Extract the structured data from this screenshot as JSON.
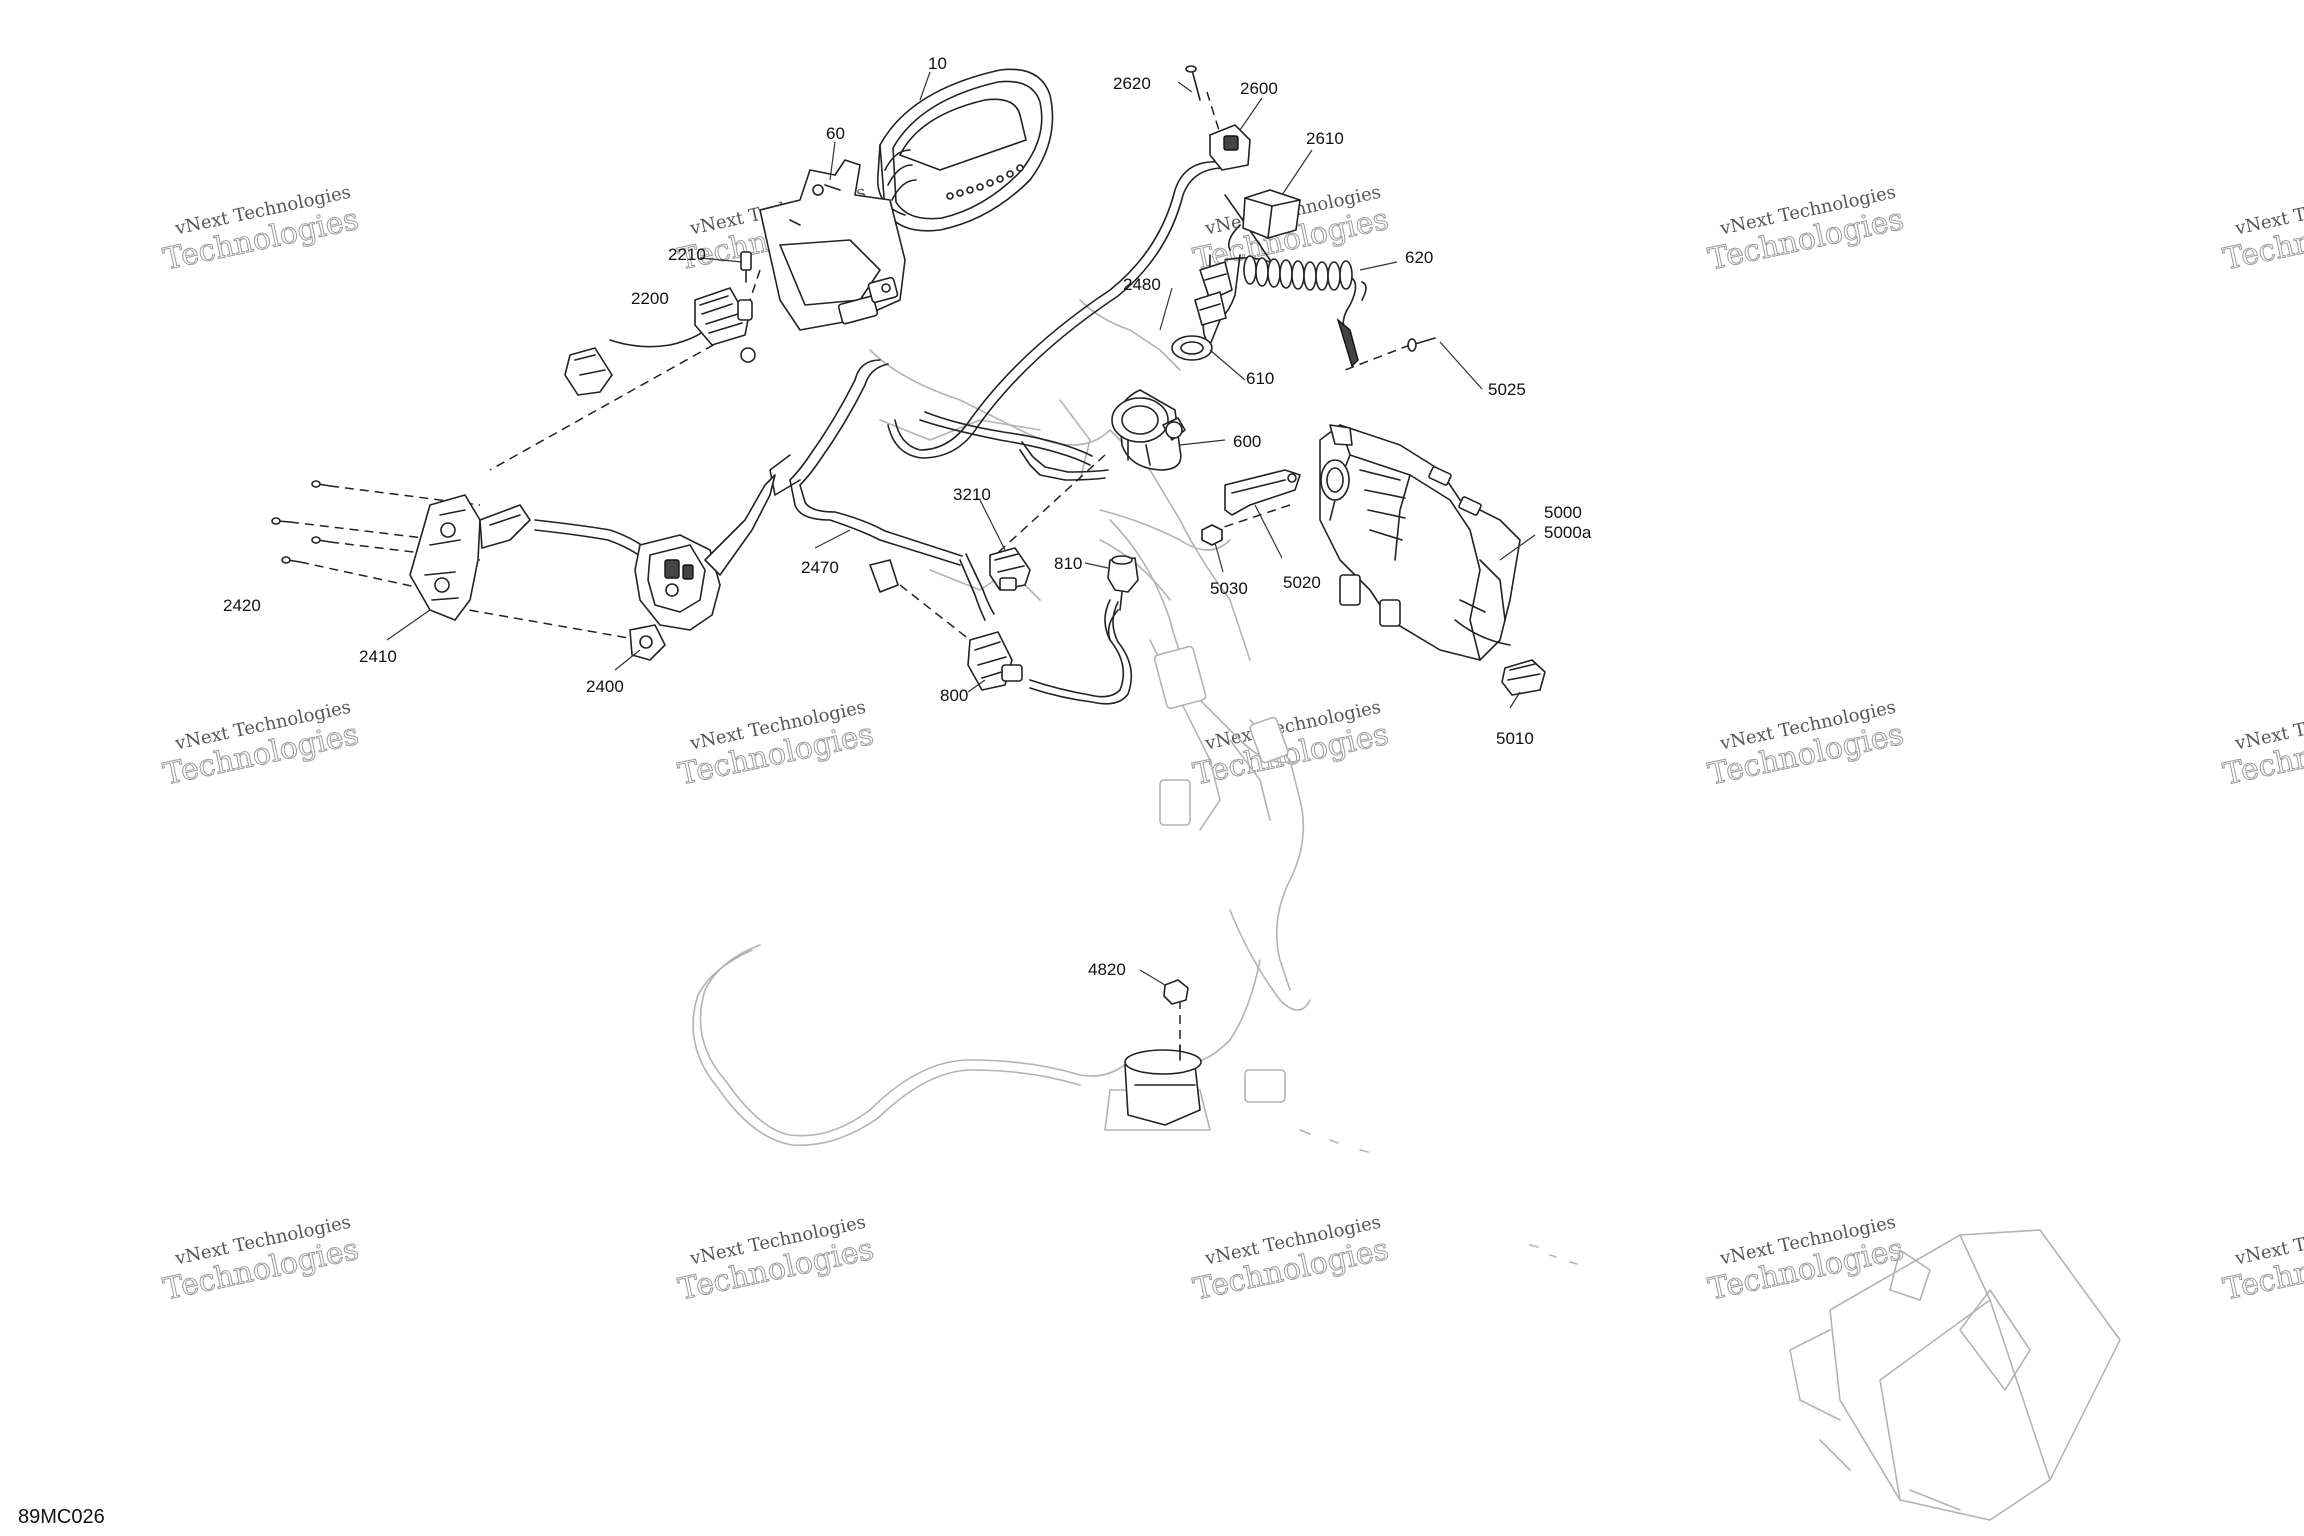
{
  "diagram": {
    "figure_code": "89MC026",
    "watermark": {
      "line1": "vNext Technologies",
      "line2": "Technologies"
    },
    "callouts": {
      "c10": "10",
      "c60": "60",
      "c2210": "2210",
      "c2200": "2200",
      "c2620": "2620",
      "c2600": "2600",
      "c2610": "2610",
      "c620": "620",
      "c2480": "2480",
      "c610": "610",
      "c600": "600",
      "c5025": "5025",
      "c5000": "5000",
      "c5000a": "5000a",
      "c5020": "5020",
      "c5030": "5030",
      "c5010": "5010",
      "c3210": "3210",
      "c810": "810",
      "c800": "800",
      "c2470": "2470",
      "c2420": "2420",
      "c2410": "2410",
      "c2400": "2400",
      "c4820": "4820"
    }
  }
}
